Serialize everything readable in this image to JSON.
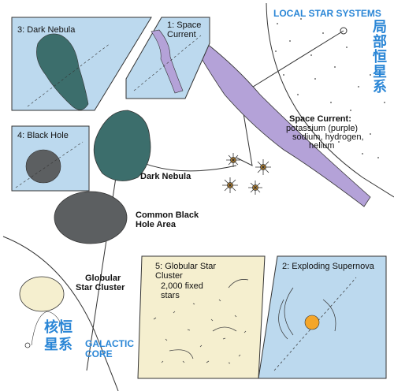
{
  "title": "LOCAL STAR SYSTEMS",
  "title_cjk": "局部恒星系",
  "galactic_core": {
    "cjk": "核恒星系",
    "label_line1": "GALACTIC",
    "label_line2": "CORE"
  },
  "insets": [
    {
      "label": "3: Dark Nebula"
    },
    {
      "label_line1": "1: Space",
      "label_line2": "Current"
    },
    {
      "label": "4: Black Hole"
    },
    {
      "label_line1": "5: Globular Star",
      "label_line2": "Cluster",
      "note_line1": "2,000 fixed",
      "note_line2": "stars"
    },
    {
      "label": "2: Exploding Supernova"
    }
  ],
  "labels": {
    "space_current_title": "Space Current:",
    "space_current_line1": "potassium (purple)",
    "space_current_line2": "sodium, hydrogen,",
    "space_current_line3": "helium",
    "dark_nebula": "Dark Nebula",
    "black_hole_line1": "Common Black",
    "black_hole_line2": "Hole Area",
    "globular_line1": "Globular",
    "globular_line2": "Star Cluster"
  },
  "colors": {
    "panel_blue": "#bcd9ee",
    "nebula_teal": "#3c6e6c",
    "black_hole_gray": "#5c5f61",
    "current_purple": "#b4a2d8",
    "cluster_cream": "#f5efcf",
    "supernova_orange": "#f4a62a",
    "accent_blue": "#2a86d6"
  }
}
